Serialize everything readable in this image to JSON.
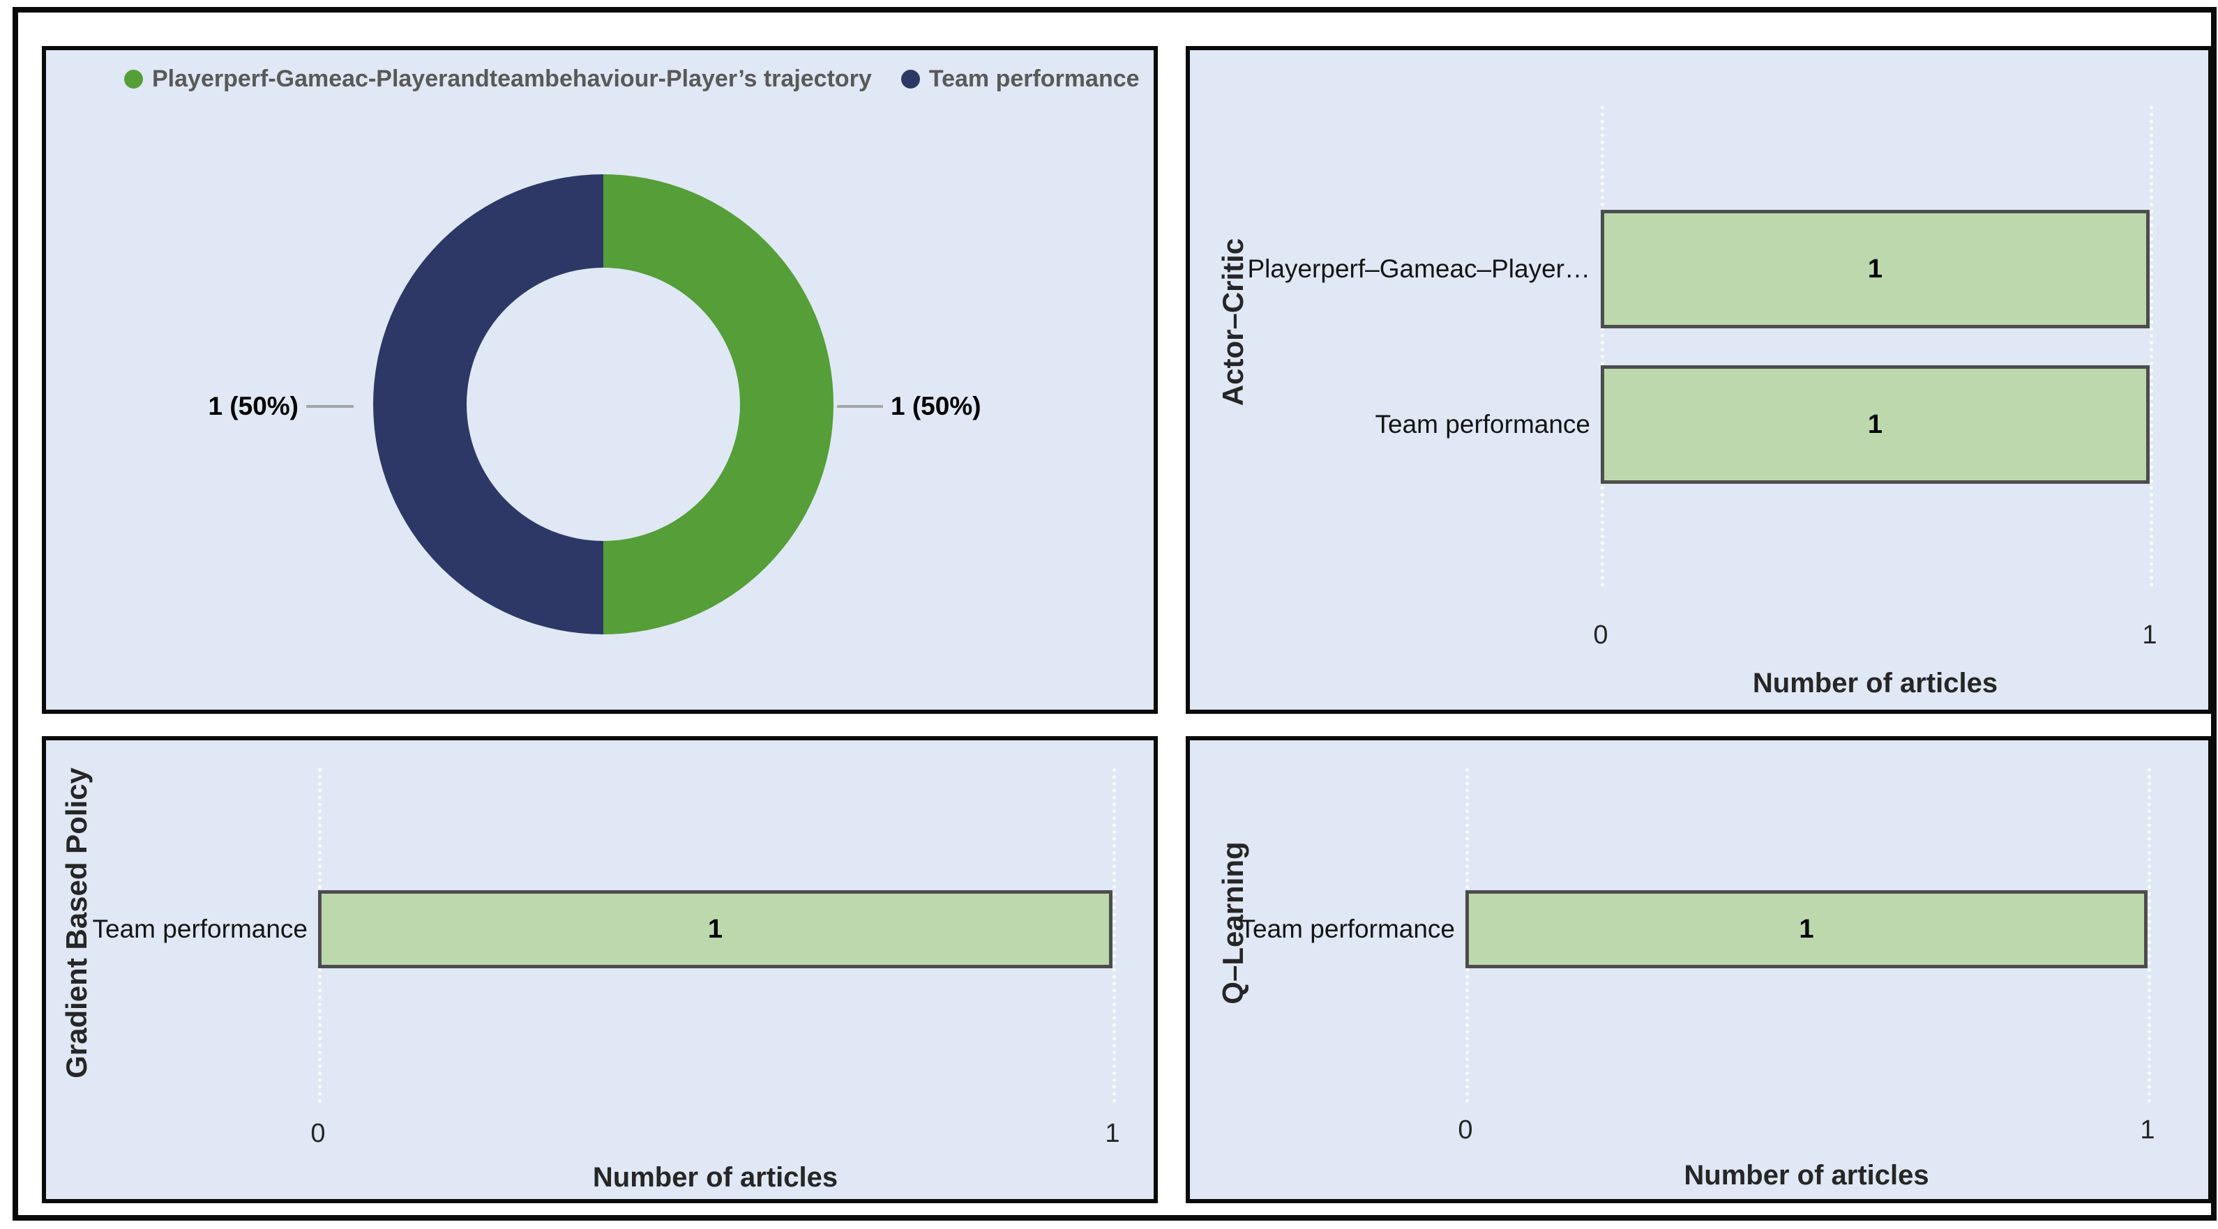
{
  "colors": {
    "panel_background": "#dfe8f4",
    "frame_border": "#0a0a0a",
    "donut_green": "#559e38",
    "donut_navy": "#2d3866",
    "bar_fill": "#bed8ad",
    "bar_border": "#4d4d4d",
    "legend_text": "#595959",
    "leader_line": "#a6a6a6"
  },
  "chart_data": [
    {
      "type": "pie",
      "subtype": "donut",
      "labels": [
        "Playerperf-Gameac-Playerandteambehaviour-Player’s trajectory",
        "Team performance"
      ],
      "values": [
        1,
        1
      ],
      "slice_labels": [
        "1 (50%)",
        "1 (50%)"
      ],
      "colors": [
        "#559e38",
        "#2d3866"
      ],
      "legend_position": "top",
      "donut_hole_ratio": 0.59,
      "start_angle_deg": 0,
      "green_half": "right",
      "navy_half": "left"
    },
    {
      "type": "bar",
      "orientation": "horizontal",
      "title": "Actor–Critic",
      "categories": [
        "Playerperf–Gameac–Player…",
        "Team performance"
      ],
      "values": [
        1,
        1
      ],
      "value_labels": [
        "1",
        "1"
      ],
      "xlabel": "Number of articles",
      "xlim": [
        0,
        1
      ],
      "xticks": [
        "0",
        "1"
      ],
      "grid": "dotted-white-at-ticks",
      "bar_color": "#bed8ad",
      "bar_border": "#4d4d4d"
    },
    {
      "type": "bar",
      "orientation": "horizontal",
      "title": "Gradient Based Policy",
      "categories": [
        "Team performance"
      ],
      "values": [
        1
      ],
      "value_labels": [
        "1"
      ],
      "xlabel": "Number of articles",
      "xlim": [
        0,
        1
      ],
      "xticks": [
        "0",
        "1"
      ],
      "grid": "dotted-white-at-ticks",
      "bar_color": "#bed8ad",
      "bar_border": "#4d4d4d"
    },
    {
      "type": "bar",
      "orientation": "horizontal",
      "title": "Q–Learning",
      "categories": [
        "Team performance"
      ],
      "values": [
        1
      ],
      "value_labels": [
        "1"
      ],
      "xlabel": "Number of articles",
      "xlim": [
        0,
        1
      ],
      "xticks": [
        "0",
        "1"
      ],
      "grid": "dotted-white-at-ticks",
      "bar_color": "#bed8ad",
      "bar_border": "#4d4d4d"
    }
  ]
}
